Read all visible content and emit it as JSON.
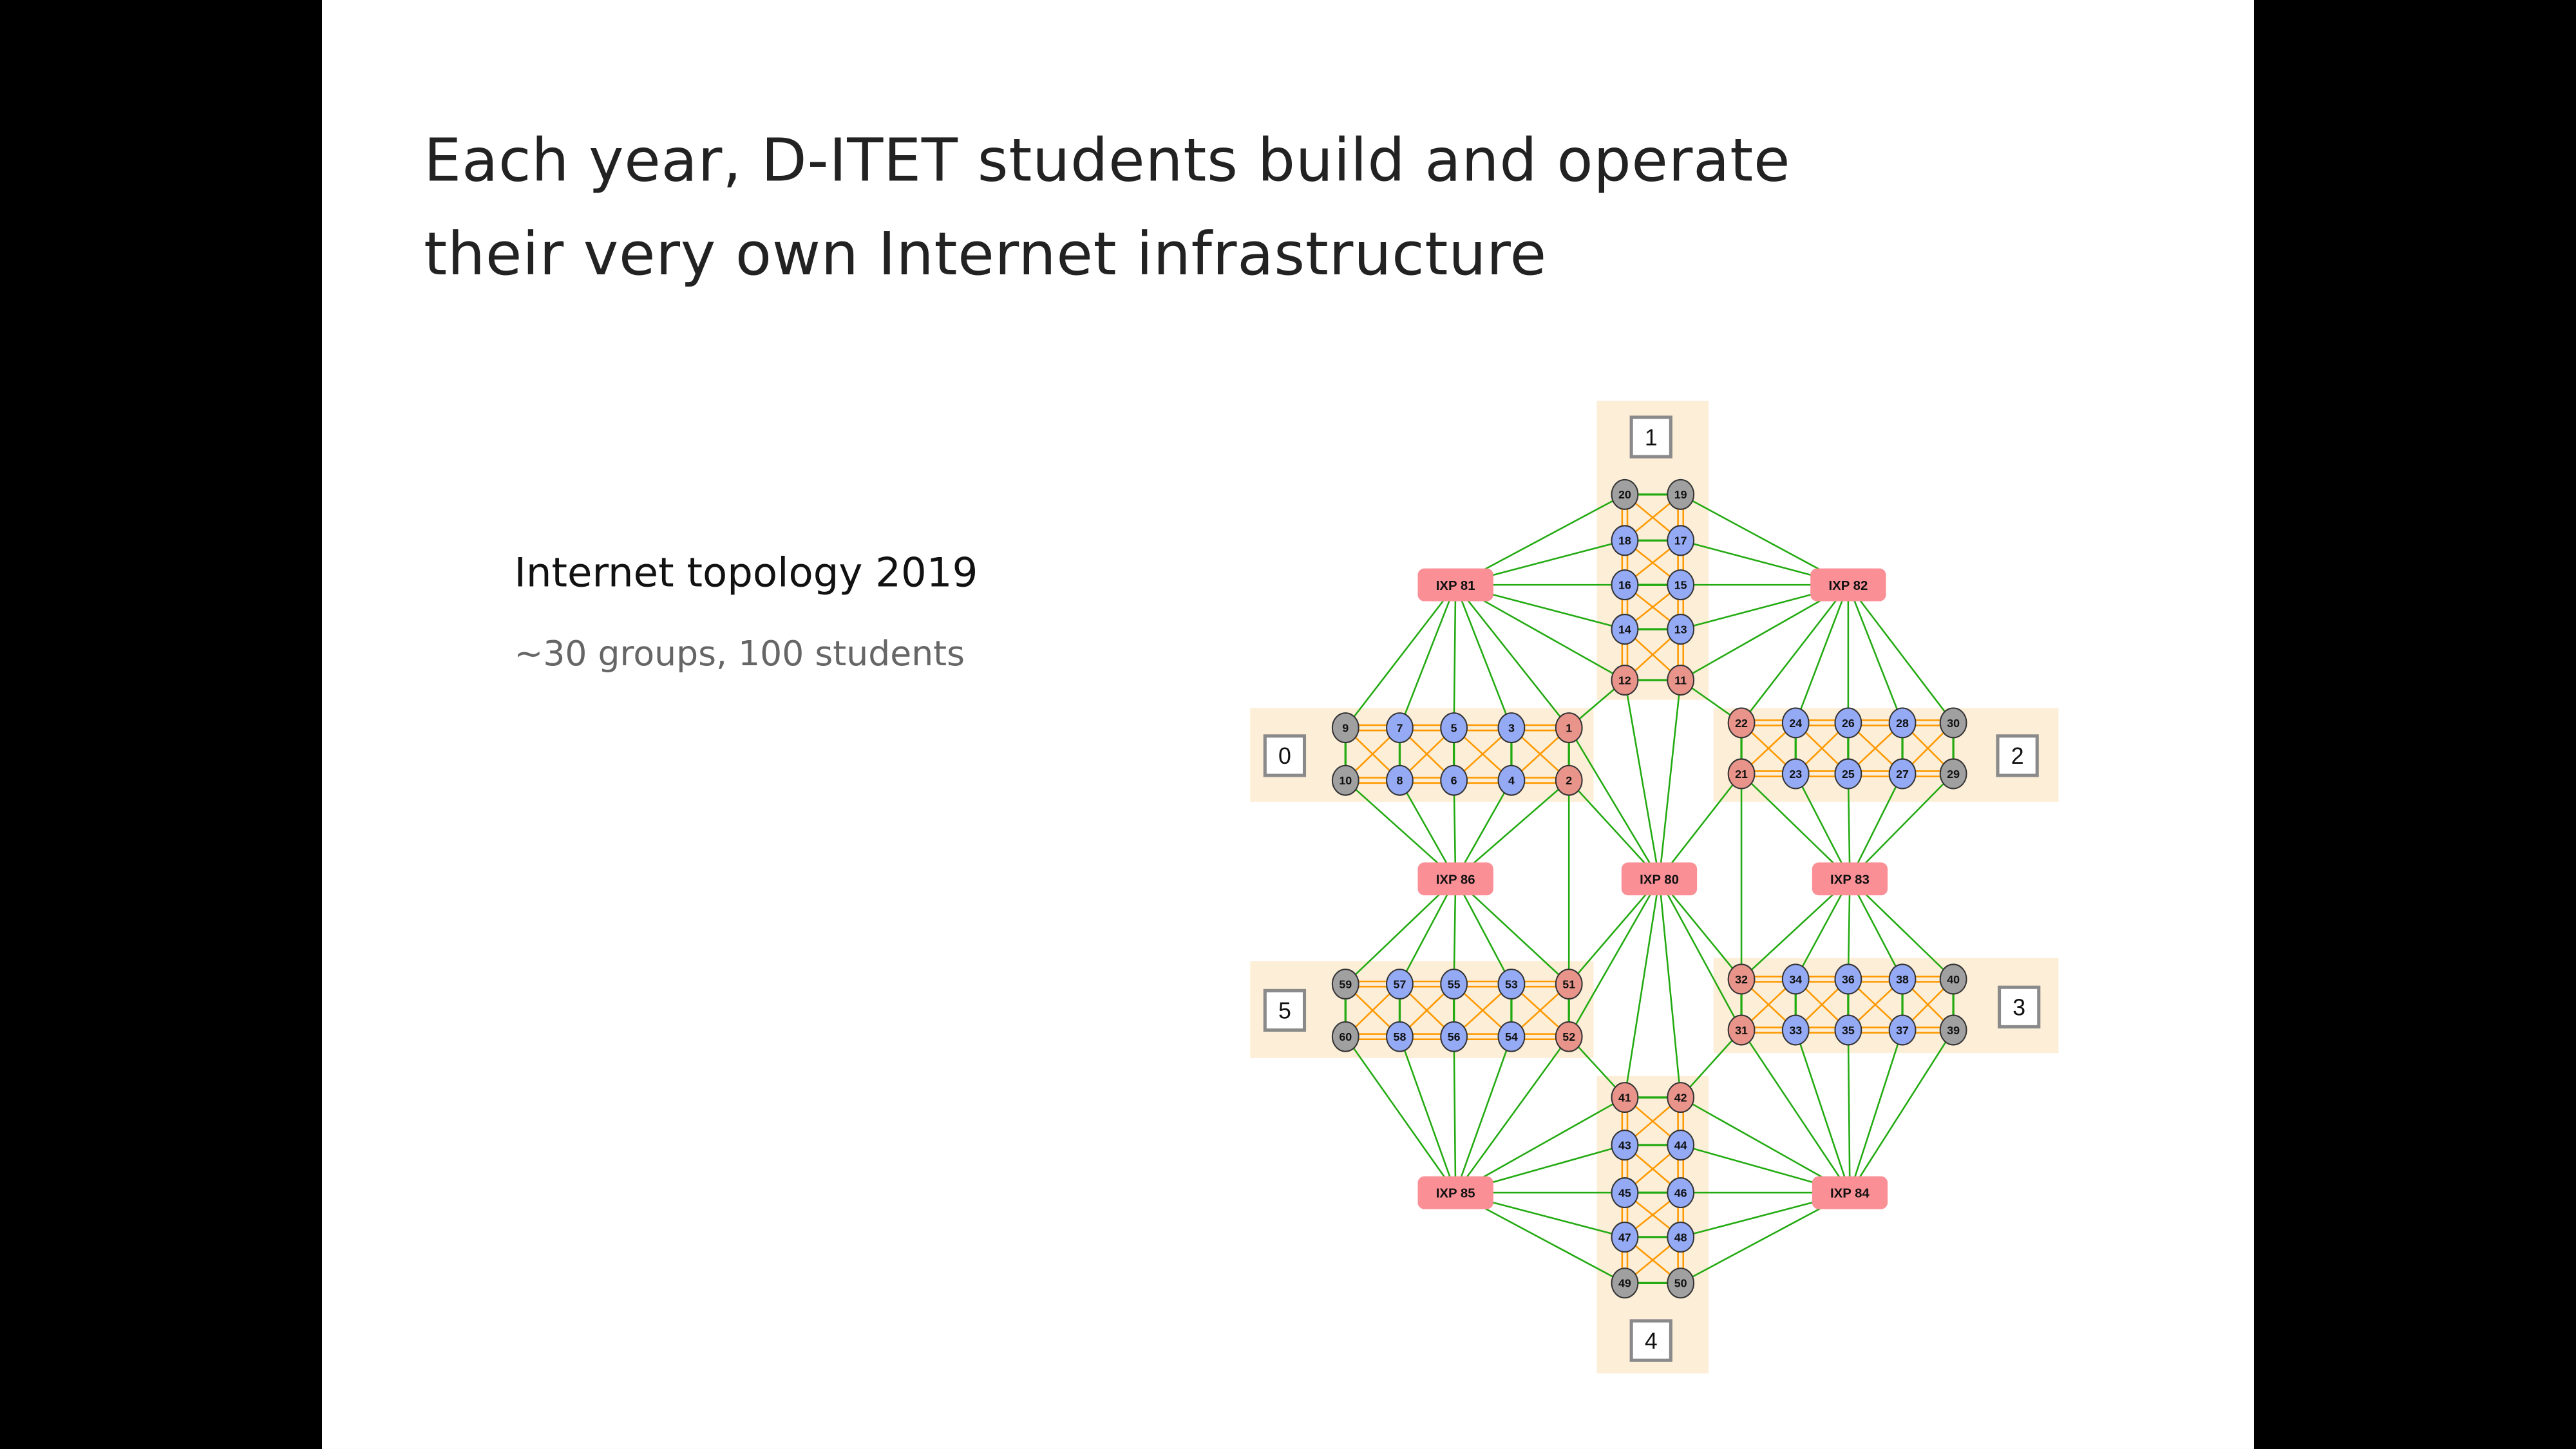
{
  "slide": {
    "title_line1": "Each year, D-ITET students build and operate",
    "title_line2": "their very own Internet infrastructure",
    "subtitle": "Internet topology 2019",
    "caption": "~30 groups, 100 students"
  },
  "colors": {
    "cluster_bg": "#fdeed8",
    "border_router": "#e8948a",
    "internal_router": "#94aaf5",
    "host": "#a0a0a0",
    "ixp": "#fb8f96",
    "inter_link": "#22aa11",
    "intra_link": "#ff9900",
    "label_box": "#8a8a8a"
  },
  "diagram": {
    "clusters": [
      {
        "label": "0",
        "rows": [
          [
            "9",
            "7",
            "5",
            "3",
            "1"
          ],
          [
            "10",
            "8",
            "6",
            "4",
            "2"
          ]
        ],
        "border": [
          "1",
          "2"
        ],
        "host": [
          "9",
          "10"
        ]
      },
      {
        "label": "1",
        "rows": [
          [
            "20",
            "18",
            "16",
            "14",
            "12"
          ],
          [
            "19",
            "17",
            "15",
            "13",
            "11"
          ]
        ],
        "border": [
          "12",
          "11"
        ],
        "host": [
          "20",
          "19"
        ]
      },
      {
        "label": "2",
        "rows": [
          [
            "22",
            "24",
            "26",
            "28",
            "30"
          ],
          [
            "21",
            "23",
            "25",
            "27",
            "29"
          ]
        ],
        "border": [
          "22",
          "21"
        ],
        "host": [
          "30",
          "29"
        ]
      },
      {
        "label": "3",
        "rows": [
          [
            "32",
            "34",
            "36",
            "38",
            "40"
          ],
          [
            "31",
            "33",
            "35",
            "37",
            "39"
          ]
        ],
        "border": [
          "32",
          "31"
        ],
        "host": [
          "40",
          "39"
        ]
      },
      {
        "label": "4",
        "rows": [
          [
            "41",
            "43",
            "45",
            "47",
            "49"
          ],
          [
            "42",
            "44",
            "46",
            "48",
            "50"
          ]
        ],
        "border": [
          "41",
          "42"
        ],
        "host": [
          "49",
          "50"
        ]
      },
      {
        "label": "5",
        "rows": [
          [
            "59",
            "57",
            "55",
            "53",
            "51"
          ],
          [
            "60",
            "58",
            "56",
            "54",
            "52"
          ]
        ],
        "border": [
          "51",
          "52"
        ],
        "host": [
          "59",
          "60"
        ]
      }
    ],
    "ixps": [
      {
        "id": "81",
        "label": "IXP 81",
        "peers": [
          "20",
          "18",
          "16",
          "14",
          "12",
          "9",
          "7",
          "5",
          "3",
          "1"
        ]
      },
      {
        "id": "82",
        "label": "IXP 82",
        "peers": [
          "19",
          "17",
          "15",
          "13",
          "11",
          "22",
          "24",
          "26",
          "28",
          "30"
        ]
      },
      {
        "id": "86",
        "label": "IXP 86",
        "peers": [
          "10",
          "8",
          "6",
          "4",
          "2",
          "59",
          "57",
          "55",
          "53",
          "51"
        ]
      },
      {
        "id": "80",
        "label": "IXP 80",
        "peers": [
          "12",
          "11",
          "1",
          "2",
          "21",
          "51",
          "52",
          "41",
          "42",
          "32",
          "31"
        ]
      },
      {
        "id": "83",
        "label": "IXP 83",
        "peers": [
          "21",
          "23",
          "25",
          "27",
          "29",
          "32",
          "34",
          "36",
          "38",
          "40"
        ]
      },
      {
        "id": "85",
        "label": "IXP 85",
        "peers": [
          "60",
          "58",
          "56",
          "54",
          "52",
          "41",
          "43",
          "45",
          "47",
          "49"
        ]
      },
      {
        "id": "84",
        "label": "IXP 84",
        "peers": [
          "31",
          "33",
          "35",
          "37",
          "39",
          "42",
          "44",
          "46",
          "48",
          "50"
        ]
      }
    ],
    "direct_links": [
      [
        "12",
        "1"
      ],
      [
        "11",
        "22"
      ],
      [
        "2",
        "51"
      ],
      [
        "21",
        "32"
      ],
      [
        "52",
        "41"
      ],
      [
        "31",
        "42"
      ]
    ]
  }
}
